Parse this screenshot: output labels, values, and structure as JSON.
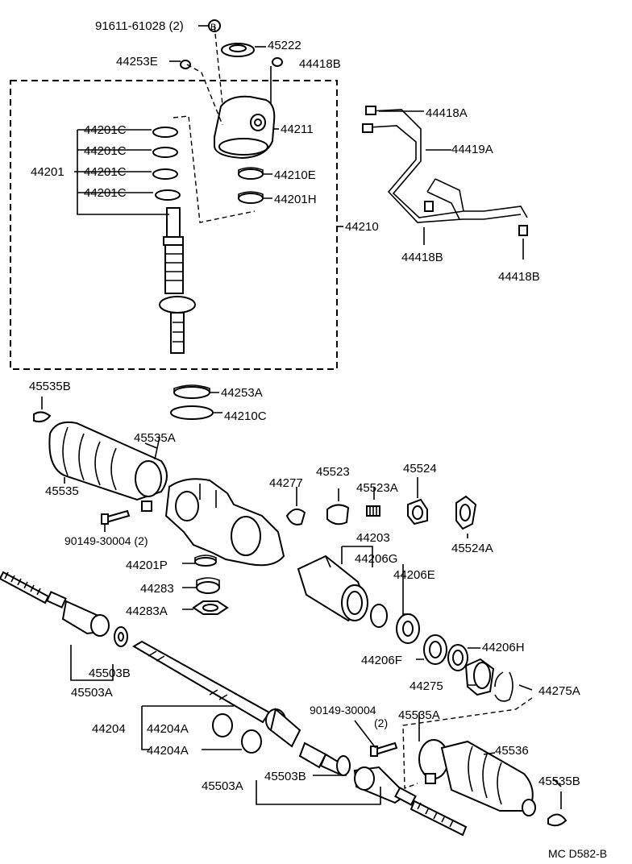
{
  "diagram_code": "MC D582-B",
  "labels": {
    "bolt_91611": "91611-61028 (2)",
    "circle_b": "B",
    "p45222": "45222",
    "p44253E": "44253E",
    "p44418B_top": "44418B",
    "p44211": "44211",
    "p44201C_1": "44201C",
    "p44201C_2": "44201C",
    "p44201C_3": "44201C",
    "p44201C_4": "44201C",
    "p44201": "44201",
    "p44210E": "44210E",
    "p44201H": "44201H",
    "p44210": "44210",
    "p44418A": "44418A",
    "p44419A": "44419A",
    "p44418B_left": "44418B",
    "p44418B_right": "44418B",
    "p45535B_top": "45535B",
    "p44253A": "44253A",
    "p44210C": "44210C",
    "p45535A_top": "45535A",
    "p45535": "45535",
    "p44277": "44277",
    "p45523": "45523",
    "p45524": "45524",
    "p45523A": "45523A",
    "p45524A": "45524A",
    "bolt_90149_a": "90149-30004 (2)",
    "p44203": "44203",
    "p44206G": "44206G",
    "p44206E": "44206E",
    "p44201P": "44201P",
    "p44283": "44283",
    "p44283A": "44283A",
    "p44206H": "44206H",
    "p44206F": "44206F",
    "p45503B_left": "45503B",
    "p45503A_left": "45503A",
    "p44275": "44275",
    "p44275A": "44275A",
    "bolt_90149_b": "90149-30004",
    "bolt_90149_b_qty": "(2)",
    "p45535A_bottom": "45535A",
    "p44204": "44204",
    "p44204A_1": "44204A",
    "p44204A_2": "44204A",
    "p45536": "45536",
    "p45535B_bottom": "45535B",
    "p45503A_bottom": "45503A",
    "p45503B_bottom": "45503B"
  }
}
